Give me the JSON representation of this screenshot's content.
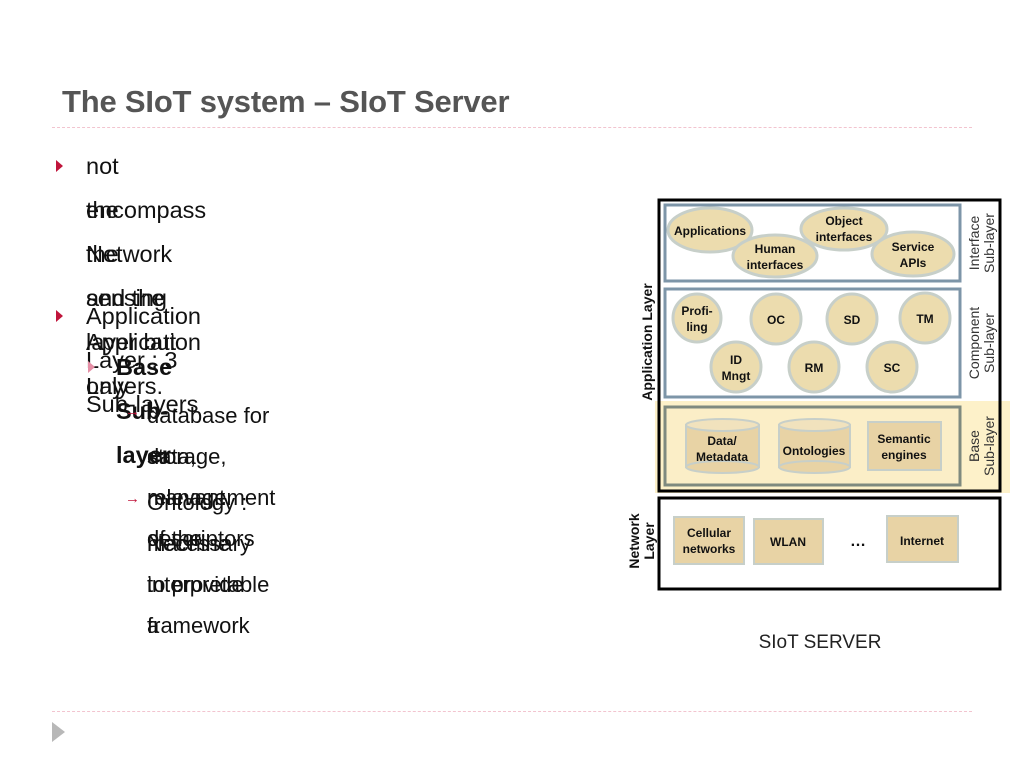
{
  "slide": {
    "title": "The SIoT system – SIoT Server"
  },
  "bullets": [
    {
      "level": 1,
      "lines": [
        "not encompass the sensing layer but only",
        "the Network and the Application Layers."
      ]
    },
    {
      "level": 1,
      "lines": [
        "Application Layer : 3 Sub-layers"
      ]
    },
    {
      "level": 2,
      "lines": [
        "Base Sub-layer"
      ]
    },
    {
      "level": 3,
      "lines": [
        "database for storage, management of the",
        "data, relevant descriptors"
      ]
    },
    {
      "level": 3,
      "lines": [
        "Ontology : Necessary to provide a",
        "machine interpretable framework"
      ]
    }
  ],
  "diagram": {
    "caption": "SIoT SERVER",
    "application_layer_label": "Application Layer",
    "network_layer_label": [
      "Network",
      "Layer"
    ],
    "interface_sublayer": {
      "label": [
        "Interface",
        "Sub-layer"
      ],
      "items": [
        [
          "Applications"
        ],
        [
          "Human",
          "interfaces"
        ],
        [
          "Object",
          "interfaces"
        ],
        [
          "Service",
          "APIs"
        ]
      ]
    },
    "component_sublayer": {
      "label": [
        "Component",
        "Sub-layer"
      ],
      "items": [
        [
          "Profi-",
          "ling"
        ],
        [
          "OC"
        ],
        [
          "SD"
        ],
        [
          "TM"
        ],
        [
          "ID",
          "Mngt"
        ],
        [
          "RM"
        ],
        [
          "SC"
        ]
      ]
    },
    "base_sublayer": {
      "label": [
        "Base",
        "Sub-layer"
      ],
      "items": [
        [
          "Data/",
          "Metadata"
        ],
        [
          "Ontologies"
        ],
        [
          "Semantic",
          "engines"
        ]
      ]
    },
    "network_layer": {
      "items": [
        [
          "Cellular",
          "networks"
        ],
        [
          "WLAN"
        ],
        [
          "…"
        ],
        [
          "Internet"
        ]
      ]
    },
    "colors": {
      "ellipse_fill": "#ecdcae",
      "ellipse_stroke": "#c7cfc9",
      "sublayer_border": "#7d95a8",
      "base_highlight": "#fdf1c9",
      "box_fill": "#e8d3a5"
    }
  }
}
